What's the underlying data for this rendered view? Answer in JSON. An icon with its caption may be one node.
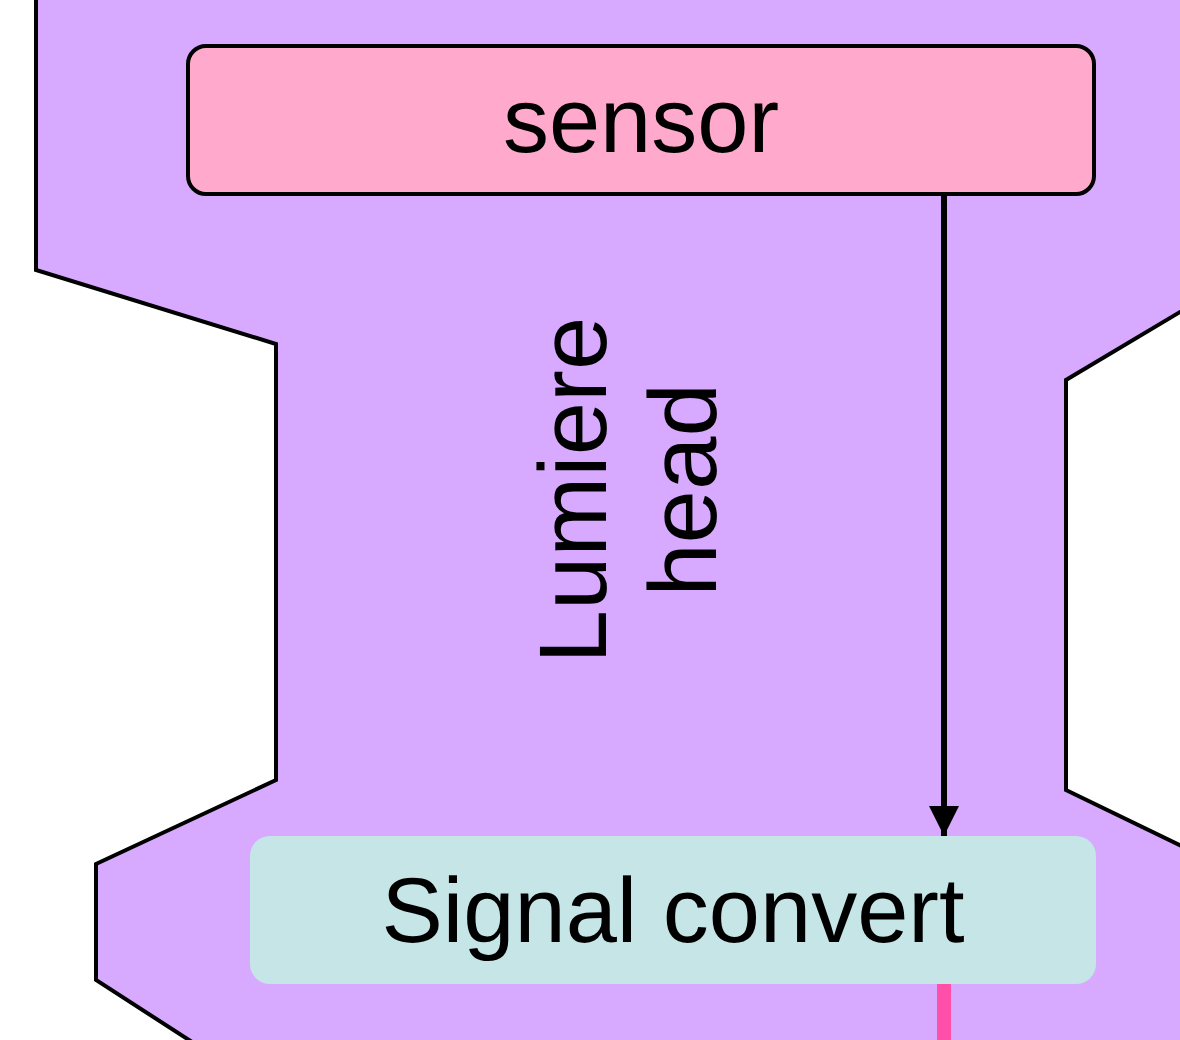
{
  "diagram": {
    "nodes": [
      {
        "text": [
          "Lumiere head"
        ]
      },
      {
        "text": [
          "sensor"
        ],
        "in": 0
      },
      {
        "text": [
          "Signal convert"
        ],
        "in": 0
      }
    ],
    "edges": [
      {
        "from": 1,
        "to": 2,
        "arrow": "to"
      },
      {
        "from": 2,
        "to": null,
        "arrow": "none",
        "color": "#ff4fa8",
        "style": "thick"
      }
    ]
  }
}
